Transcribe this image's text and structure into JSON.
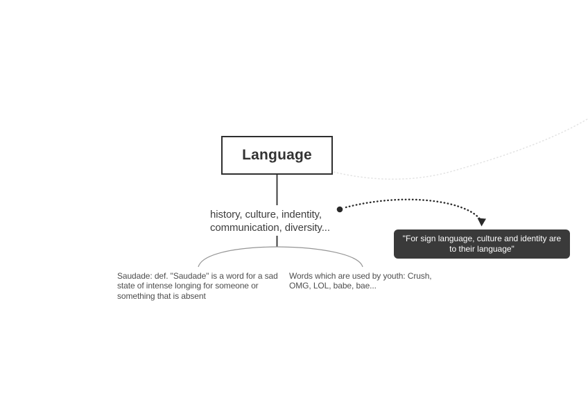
{
  "colors": {
    "canvas-bg": "#ffffff",
    "node-border": "#2e2e2e",
    "node-text": "#333333",
    "idea-text": "#3d3d3d",
    "note-text": "#4d4d4d",
    "quote-bg": "#3a3a3a",
    "quote-text": "#ffffff",
    "connector-dark": "#3c3c3c",
    "connector-light": "#949494",
    "connector-faded": "#e3e3e3",
    "arrow-color": "#2a2a2a"
  },
  "root": {
    "label": "Language"
  },
  "idea": {
    "line1": "history, culture, indentity,",
    "line2": "communication, diversity..."
  },
  "quote": {
    "line1": "\"For sign language, culture and identity are",
    "line2": "to their language\""
  },
  "notes": {
    "saudade": {
      "line1": "Saudade: def. \"Saudade\" is a word for a sad",
      "line2": "state of intense longing for someone or",
      "line3": "something that is absent"
    },
    "youth": {
      "line1": "Words which are used by youth: Crush,",
      "line2": "OMG, LOL, babe, bae..."
    }
  }
}
